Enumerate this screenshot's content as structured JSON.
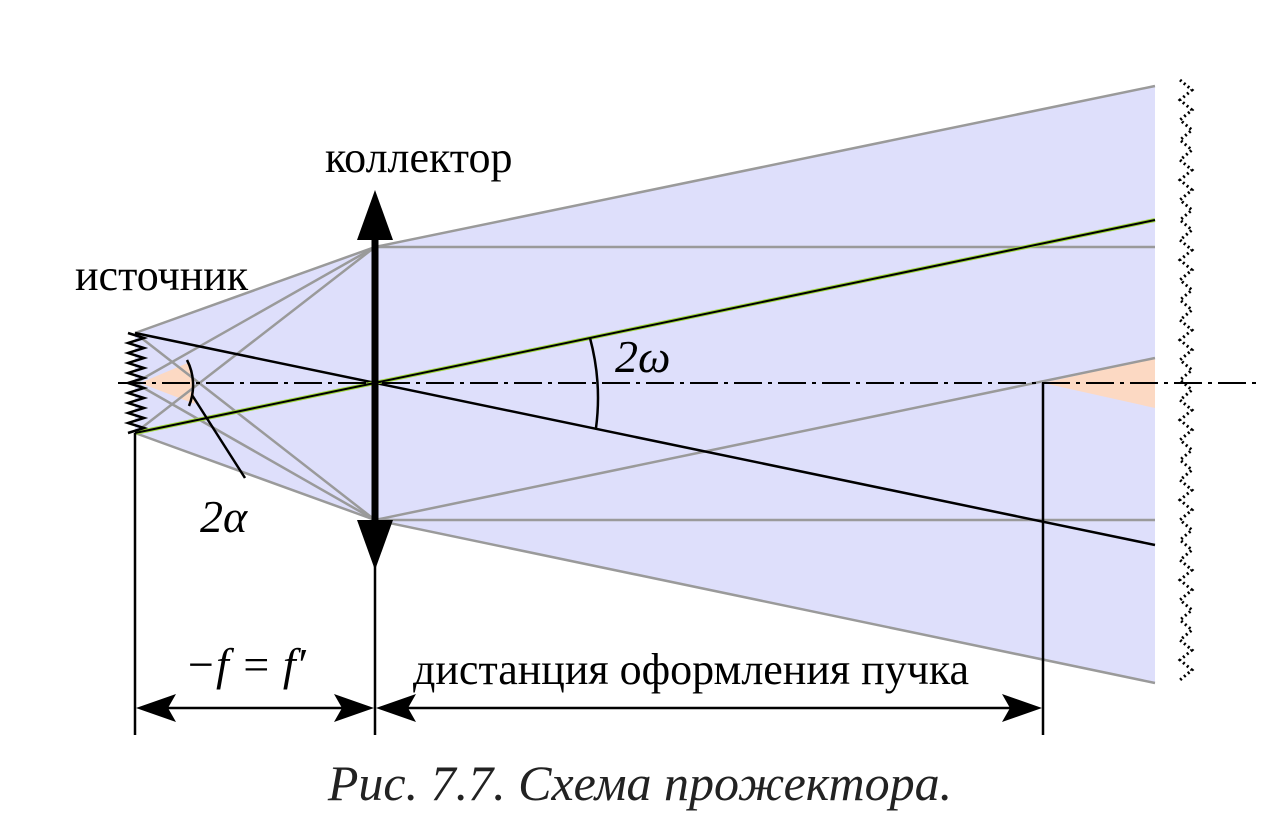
{
  "labels": {
    "collector": "коллектор",
    "source": "источник",
    "angle_field": "2ω",
    "angle_aperture": "2α",
    "focal": "−f = f′",
    "beam_distance": "дистанция оформления пучка"
  },
  "caption": "Рис. 7.7. Схема прожектора.",
  "colors": {
    "beam_fill": "#dedffb",
    "source_cone": "#fcd9c3",
    "ray_gray": "#9a9a9a",
    "line_black": "#000000",
    "highlight_ray": "#9fd63a"
  }
}
